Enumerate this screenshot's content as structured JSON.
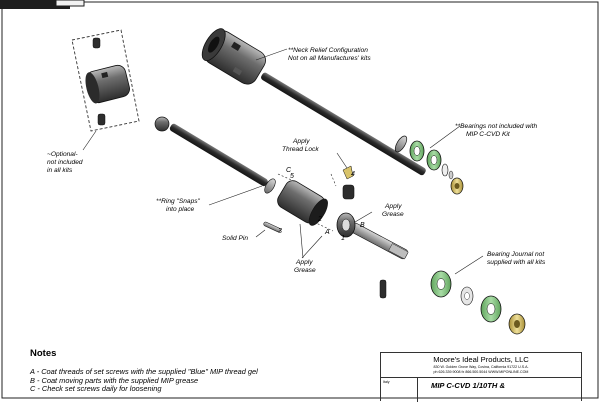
{
  "callouts": {
    "neck_relief": [
      "**Neck Relief Configuration",
      "Not on all Manufactures' kits"
    ],
    "optional": [
      "~Optional-",
      "not included",
      "in all kits"
    ],
    "bearings_not_incl": [
      "**Bearings not included with",
      "MIP C-CVD Kit"
    ],
    "thread_lock": [
      "Apply",
      "Thread Lock"
    ],
    "grease_top": [
      "Apply",
      "Grease"
    ],
    "ring_snaps": [
      "**Ring \"Snaps\"",
      "into place"
    ],
    "solid_pin": "Solid Pin",
    "grease_bottom": [
      "Apply",
      "Grease"
    ],
    "bearing_journal": [
      "Bearing Journal not",
      "supplied with all kits"
    ],
    "step_letters": [
      "C",
      "A",
      "B"
    ],
    "step_numbers": [
      "5",
      "4",
      "3",
      "2",
      "1"
    ]
  },
  "notes": {
    "title": "Notes",
    "lines": [
      "A - Coat threads of set screws with the supplied \"Blue\" MIP thread gel",
      "B - Coat moving parts with the supplied MIP grease",
      "C - Check set screws daily for loosening"
    ]
  },
  "title_block": {
    "company": "Moore's Ideal Products, LLC",
    "address": "830 W. Golden Grove Way, Covina, California 91722 U.S.A.",
    "phone": "ph 626.339.9008  fx 866.500.5044  WWW.MIPONLINE.COM",
    "small_label": "Italy",
    "title": "MIP C-CVD 1/10TH &"
  },
  "colors": {
    "part_green": "#8cc98a",
    "part_dark": "#3a3a3a",
    "part_metal": "#9a9a9a",
    "brass": "#d8c36a"
  }
}
